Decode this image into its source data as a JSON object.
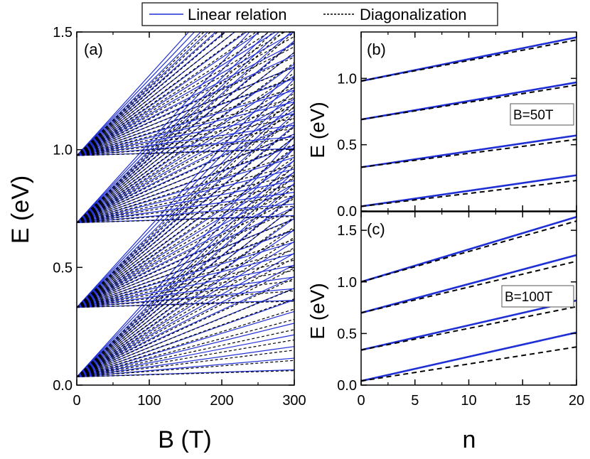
{
  "legend": {
    "linear_label": "Linear relation",
    "diag_label": "Diagonalization",
    "linear_color": "#1f2fd6",
    "diag_color": "#000000"
  },
  "chart_data": [
    {
      "panel": "(a)",
      "type": "line",
      "xlabel": "B (T)",
      "ylabel": "E (eV)",
      "xlim": [
        0,
        300
      ],
      "ylim": [
        0,
        1.5
      ],
      "xticks": [
        "0",
        "100",
        "200",
        "300"
      ],
      "yticks": [
        "0.0",
        "0.5",
        "1.0",
        "1.5"
      ],
      "base_energies": [
        0.035,
        0.33,
        0.69,
        0.975
      ],
      "n_levels": [
        0,
        1,
        2,
        3,
        4,
        5,
        6,
        7,
        8,
        9,
        10,
        11,
        12,
        13,
        14,
        15,
        16,
        17,
        18,
        19,
        20
      ],
      "slope_per_level_eV_per_T": 0.000165,
      "slope_offset_eV_per_T": 0.0001,
      "series": [
        {
          "name": "Linear relation",
          "style": "solid"
        },
        {
          "name": "Diagonalization",
          "style": "dashed"
        }
      ]
    },
    {
      "panel": "(b)",
      "type": "line",
      "annotation": "B=50T",
      "xlabel": "",
      "ylabel": "E (eV)",
      "xlim": [
        0,
        20
      ],
      "ylim": [
        0,
        1.35
      ],
      "yticks": [
        "0.0",
        "0.5",
        "1.0"
      ],
      "x": [
        0,
        20
      ],
      "series": [
        {
          "name": "Linear relation",
          "style": "solid",
          "lines": [
            [
              0.035,
              0.27
            ],
            [
              0.33,
              0.57
            ],
            [
              0.69,
              0.97
            ],
            [
              0.98,
              1.31
            ]
          ]
        },
        {
          "name": "Diagonalization",
          "style": "dashed",
          "lines": [
            [
              0.035,
              0.23
            ],
            [
              0.33,
              0.54
            ],
            [
              0.69,
              0.95
            ],
            [
              0.98,
              1.29
            ]
          ]
        }
      ]
    },
    {
      "panel": "(c)",
      "type": "line",
      "annotation": "B=100T",
      "xlabel": "n",
      "ylabel": "E (eV)",
      "xlim": [
        0,
        20
      ],
      "ylim": [
        0,
        1.68
      ],
      "xticks": [
        "0",
        "5",
        "10",
        "15",
        "20"
      ],
      "yticks": [
        "0.0",
        "0.5",
        "1.0",
        "1.5"
      ],
      "x": [
        0,
        20
      ],
      "series": [
        {
          "name": "Linear relation",
          "style": "solid",
          "lines": [
            [
              0.04,
              0.51
            ],
            [
              0.34,
              0.82
            ],
            [
              0.7,
              1.26
            ],
            [
              1.0,
              1.63
            ]
          ]
        },
        {
          "name": "Diagonalization",
          "style": "dashed",
          "lines": [
            [
              0.04,
              0.37
            ],
            [
              0.34,
              0.76
            ],
            [
              0.7,
              1.2
            ],
            [
              1.0,
              1.59
            ]
          ]
        }
      ]
    }
  ]
}
